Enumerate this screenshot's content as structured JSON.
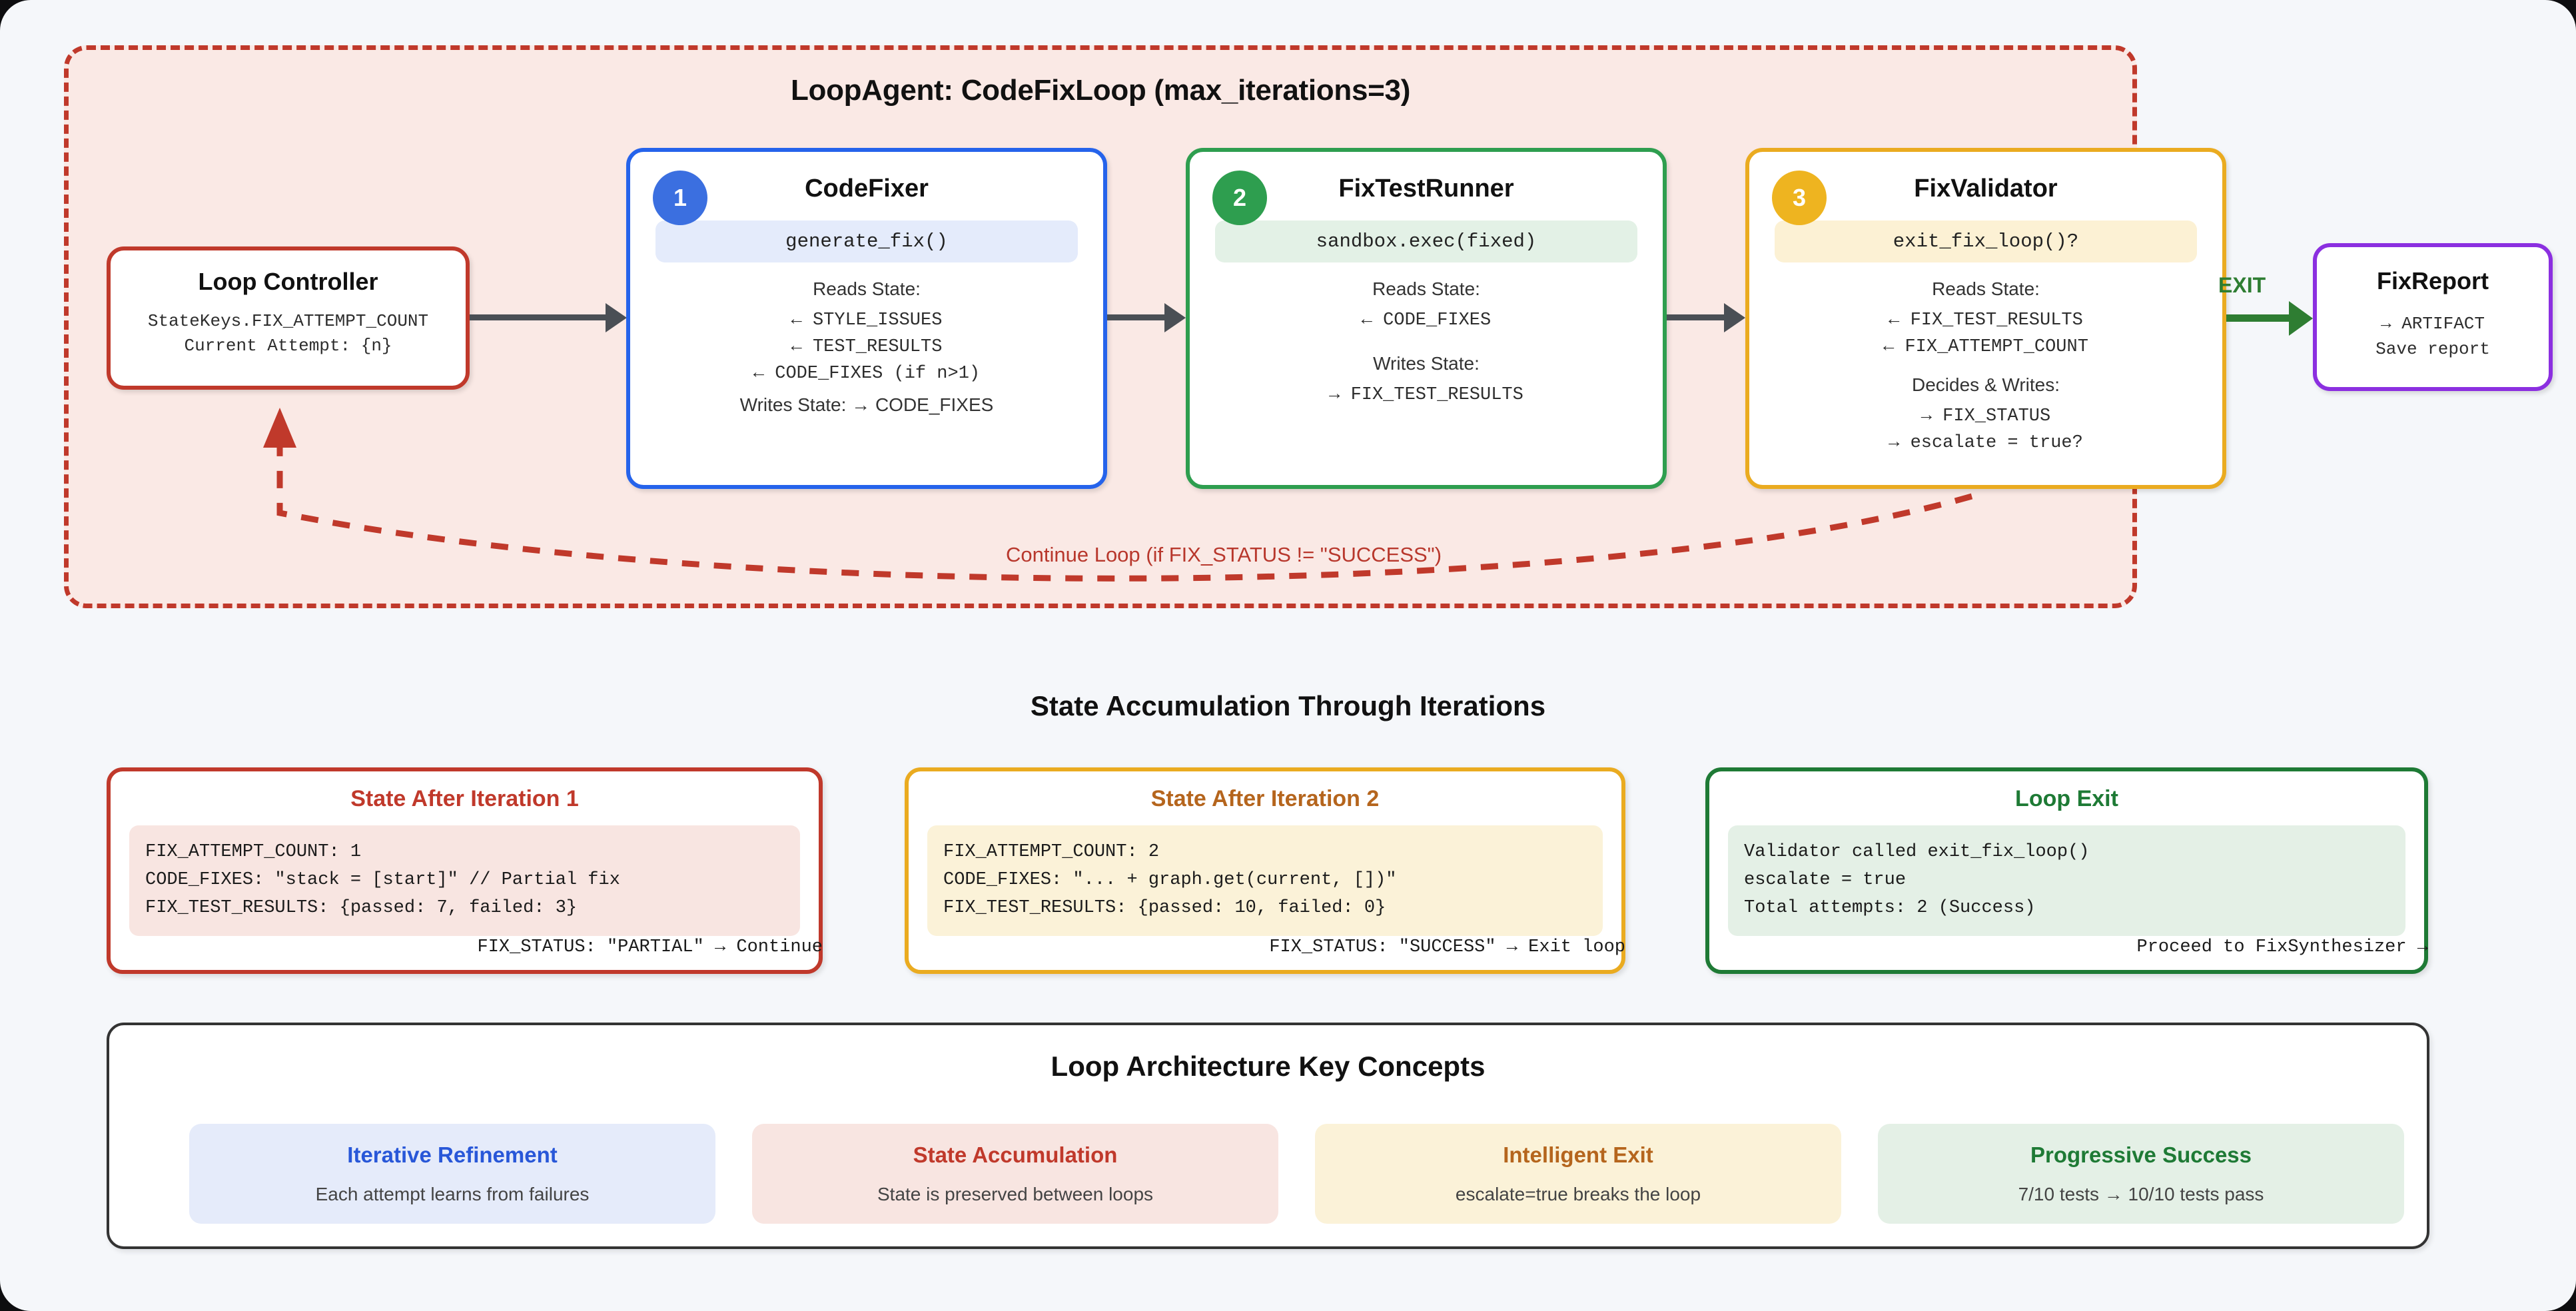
{
  "loop": {
    "title": "LoopAgent: CodeFixLoop (max_iterations=3)",
    "continue_label": "Continue Loop (if FIX_STATUS != \"SUCCESS\")",
    "exit_label": "EXIT"
  },
  "controller": {
    "title": "Loop Controller",
    "line1": "StateKeys.FIX_ATTEMPT_COUNT",
    "line2": "Current Attempt: {n}"
  },
  "steps": [
    {
      "badge": "1",
      "title": "CodeFixer",
      "chip": "generate_fix()",
      "reads_label": "Reads State:",
      "reads": [
        "← STYLE_ISSUES",
        "← TEST_RESULTS",
        "← CODE_FIXES (if n>1)"
      ],
      "writes_inline": "Writes State: → CODE_FIXES"
    },
    {
      "badge": "2",
      "title": "FixTestRunner",
      "chip": "sandbox.exec(fixed)",
      "reads_label": "Reads State:",
      "reads": [
        "← CODE_FIXES"
      ],
      "writes_label": "Writes State:",
      "writes": [
        "→ FIX_TEST_RESULTS"
      ]
    },
    {
      "badge": "3",
      "title": "FixValidator",
      "chip": "exit_fix_loop()?",
      "reads_label": "Reads State:",
      "reads": [
        "← FIX_TEST_RESULTS",
        "← FIX_ATTEMPT_COUNT"
      ],
      "writes_label": "Decides & Writes:",
      "writes": [
        "→ FIX_STATUS",
        "→ escalate = true?"
      ]
    }
  ],
  "report": {
    "title": "FixReport",
    "line1": "→ ARTIFACT",
    "line2": "Save report"
  },
  "state_section": {
    "heading": "State Accumulation Through Iterations",
    "cards": [
      {
        "title": "State After Iteration 1",
        "lines": [
          "FIX_ATTEMPT_COUNT: 1",
          "CODE_FIXES: \"stack = [start]\" // Partial fix",
          "FIX_TEST_RESULTS: {passed: 7, failed: 3}"
        ],
        "footer": "FIX_STATUS: \"PARTIAL\" → Continue"
      },
      {
        "title": "State After Iteration 2",
        "lines": [
          "FIX_ATTEMPT_COUNT: 2",
          "CODE_FIXES: \"... + graph.get(current, [])\"",
          "FIX_TEST_RESULTS: {passed: 10, failed: 0}"
        ],
        "footer": "FIX_STATUS: \"SUCCESS\" → Exit loop"
      },
      {
        "title": "Loop Exit",
        "lines": [
          "Validator called exit_fix_loop()",
          "escalate = true",
          "Total attempts: 2 (Success)"
        ],
        "footer": "Proceed to FixSynthesizer →"
      }
    ]
  },
  "concepts": {
    "heading": "Loop Architecture Key Concepts",
    "items": [
      {
        "title": "Iterative Refinement",
        "desc": "Each attempt learns from failures"
      },
      {
        "title": "State Accumulation",
        "desc": "State is preserved between loops"
      },
      {
        "title": "Intelligent Exit",
        "desc": "escalate=true breaks the loop"
      },
      {
        "title": "Progressive Success",
        "desc": "7/10 tests → 10/10 tests pass"
      }
    ]
  }
}
